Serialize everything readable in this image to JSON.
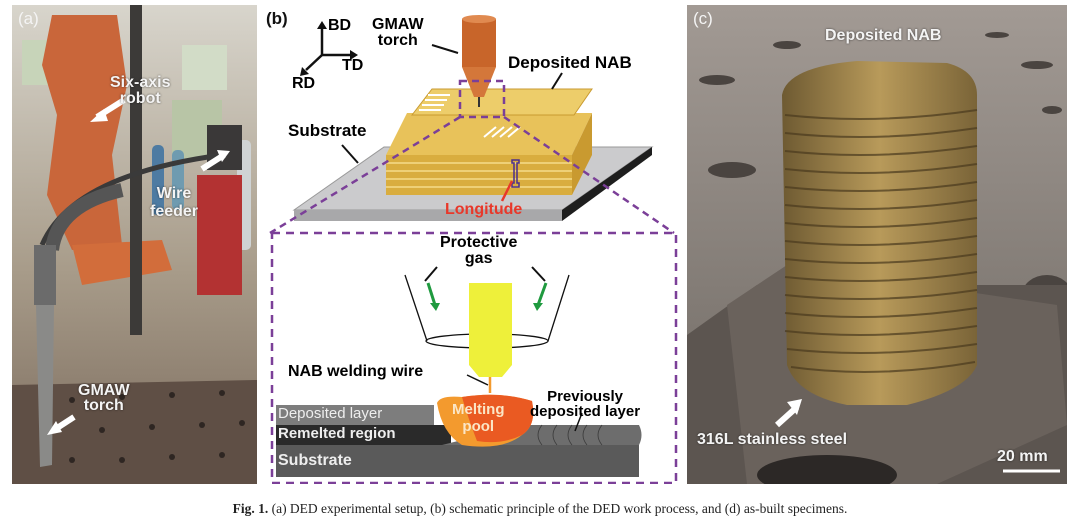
{
  "figure": {
    "panels": {
      "a": {
        "tag": "(a)",
        "labels": {
          "robot": [
            "Six-axis",
            "robot"
          ],
          "feeder": [
            "Wire",
            "feeder"
          ],
          "torch": [
            "GMAW",
            "torch"
          ]
        }
      },
      "b": {
        "tag": "(b)",
        "axes": {
          "bd": "BD",
          "td": "TD",
          "rd": "RD"
        },
        "labels": {
          "torch": [
            "GMAW",
            "torch"
          ],
          "deposited": "Deposited NAB",
          "substrate": "Substrate",
          "longitude": "Longitude",
          "protective_gas": [
            "Protective",
            "gas"
          ],
          "wire": "NAB welding wire",
          "deposited_layer": "Deposited layer",
          "remelted": "Remelted region",
          "substrate_bottom": "Substrate",
          "melting_pool": [
            "Melting",
            "pool"
          ],
          "previously": [
            "Previously",
            "deposited layer"
          ]
        },
        "colors": {
          "torch": "#c8652a",
          "deposit": "#e8c25a",
          "substrate": "#c9c9cb",
          "dash": "#7b3f98",
          "longitude": "#e8382a",
          "gas_arrow": "#1f9a3f",
          "wire_nozzle": "#eef03a",
          "melt_outer": "#f39a2e",
          "melt_inner": "#ea5a22"
        }
      },
      "c": {
        "tag": "(c)",
        "labels": {
          "deposited": "Deposited NAB",
          "steel": "316L stainless steel",
          "scale": "20 mm"
        }
      }
    },
    "caption": {
      "prefix": "Fig. 1.",
      "text": " (a) DED experimental setup, (b) schematic principle of the DED work process, and (d) as-built specimens."
    }
  }
}
